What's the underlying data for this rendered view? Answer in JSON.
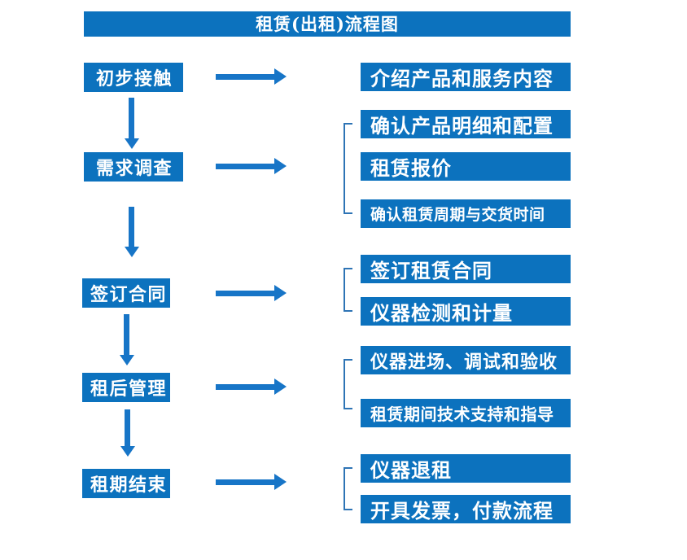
{
  "title": "租赁(出租)流程图",
  "colors": {
    "box_blue": "#0C72BE",
    "arrow_blue": "#1775C7",
    "bracket_blue": "#2E74B5",
    "text_color": "#FFFFFF",
    "background": "#FFFFFF"
  },
  "stages": [
    {
      "label": "初步接触",
      "outputs": [
        "介绍产品和服务内容"
      ]
    },
    {
      "label": "需求调查",
      "outputs": [
        "确认产品明细和配置",
        "租赁报价",
        "确认租赁周期与交货时间"
      ]
    },
    {
      "label": "签订合同",
      "outputs": [
        "签订租赁合同",
        "仪器检测和计量"
      ]
    },
    {
      "label": "租后管理",
      "outputs": [
        "仪器进场、调试和验收",
        "租赁期间技术支持和指导"
      ]
    },
    {
      "label": "租期结束",
      "outputs": [
        "仪器退租",
        "开具发票，付款流程"
      ]
    }
  ]
}
